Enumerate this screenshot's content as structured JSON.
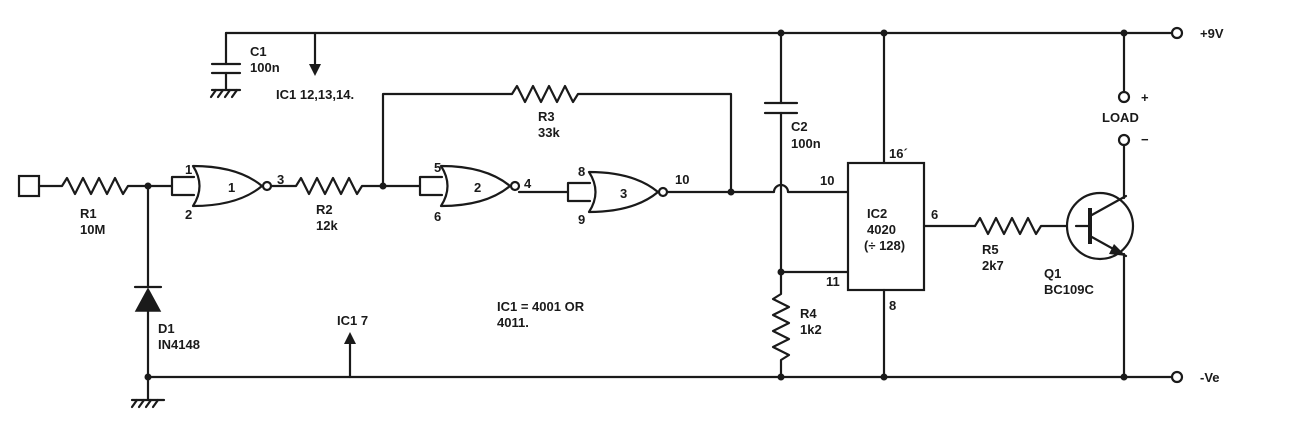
{
  "rails": {
    "positive": "+9V",
    "negative": "-Ve"
  },
  "components": {
    "R1": {
      "ref": "R1",
      "value": "10M"
    },
    "R2": {
      "ref": "R2",
      "value": "12k"
    },
    "R3": {
      "ref": "R3",
      "value": "33k"
    },
    "R4": {
      "ref": "R4",
      "value": "1k2"
    },
    "R5": {
      "ref": "R5",
      "value": "2k7"
    },
    "C1": {
      "ref": "C1",
      "value": "100n"
    },
    "C2": {
      "ref": "C2",
      "value": "100n"
    },
    "D1": {
      "ref": "D1",
      "value": "IN4148"
    },
    "Q1": {
      "ref": "Q1",
      "value": "BC109C"
    },
    "IC2": {
      "ref": "IC2",
      "part": "4020",
      "function": "(÷ 128)"
    }
  },
  "gates": {
    "g1": {
      "label": "1",
      "in_a": "1",
      "in_b": "2",
      "out": "3"
    },
    "g2": {
      "label": "2",
      "in_a": "5",
      "in_b": "6",
      "out": "4"
    },
    "g3": {
      "label": "3",
      "in_a": "8",
      "in_b": "9",
      "out": "10"
    }
  },
  "ic2_pins": {
    "p16": "16´",
    "p10": "10",
    "p11": "11",
    "p6": "6",
    "p8": "8"
  },
  "load": {
    "label": "LOAD",
    "plus": "+",
    "minus": "−"
  },
  "notes": {
    "supply_pins": "IC1 12,13,14.",
    "ground_pin": "IC1 7",
    "ic1_line1": "IC1 = 4001 OR",
    "ic1_line2": "4011."
  }
}
